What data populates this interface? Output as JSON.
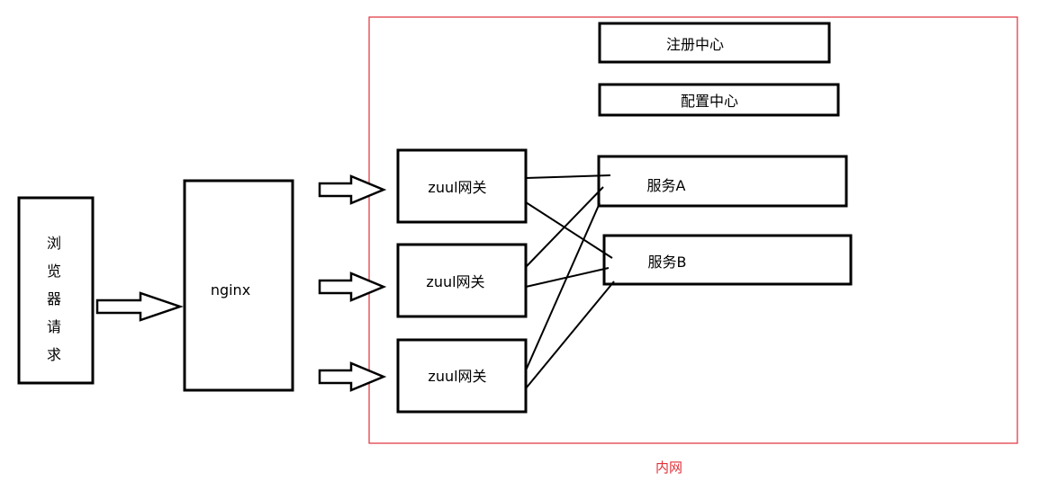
{
  "diagram": {
    "browser_label": "浏览器请求",
    "browser_chars": [
      "浏",
      "览",
      "器",
      "请",
      "求"
    ],
    "nginx_label": "nginx",
    "gateways": [
      {
        "label": "zuul网关"
      },
      {
        "label": "zuul网关"
      },
      {
        "label": "zuul网关"
      }
    ],
    "registry_label": "注册中心",
    "config_label": "配置中心",
    "service_a_label": "服务A",
    "service_b_label": "服务B",
    "intranet_label": "内网",
    "colors": {
      "stroke": "#000000",
      "intranet_border": "#e0303a",
      "intranet_label": "#e0303a",
      "background": "#ffffff"
    }
  }
}
